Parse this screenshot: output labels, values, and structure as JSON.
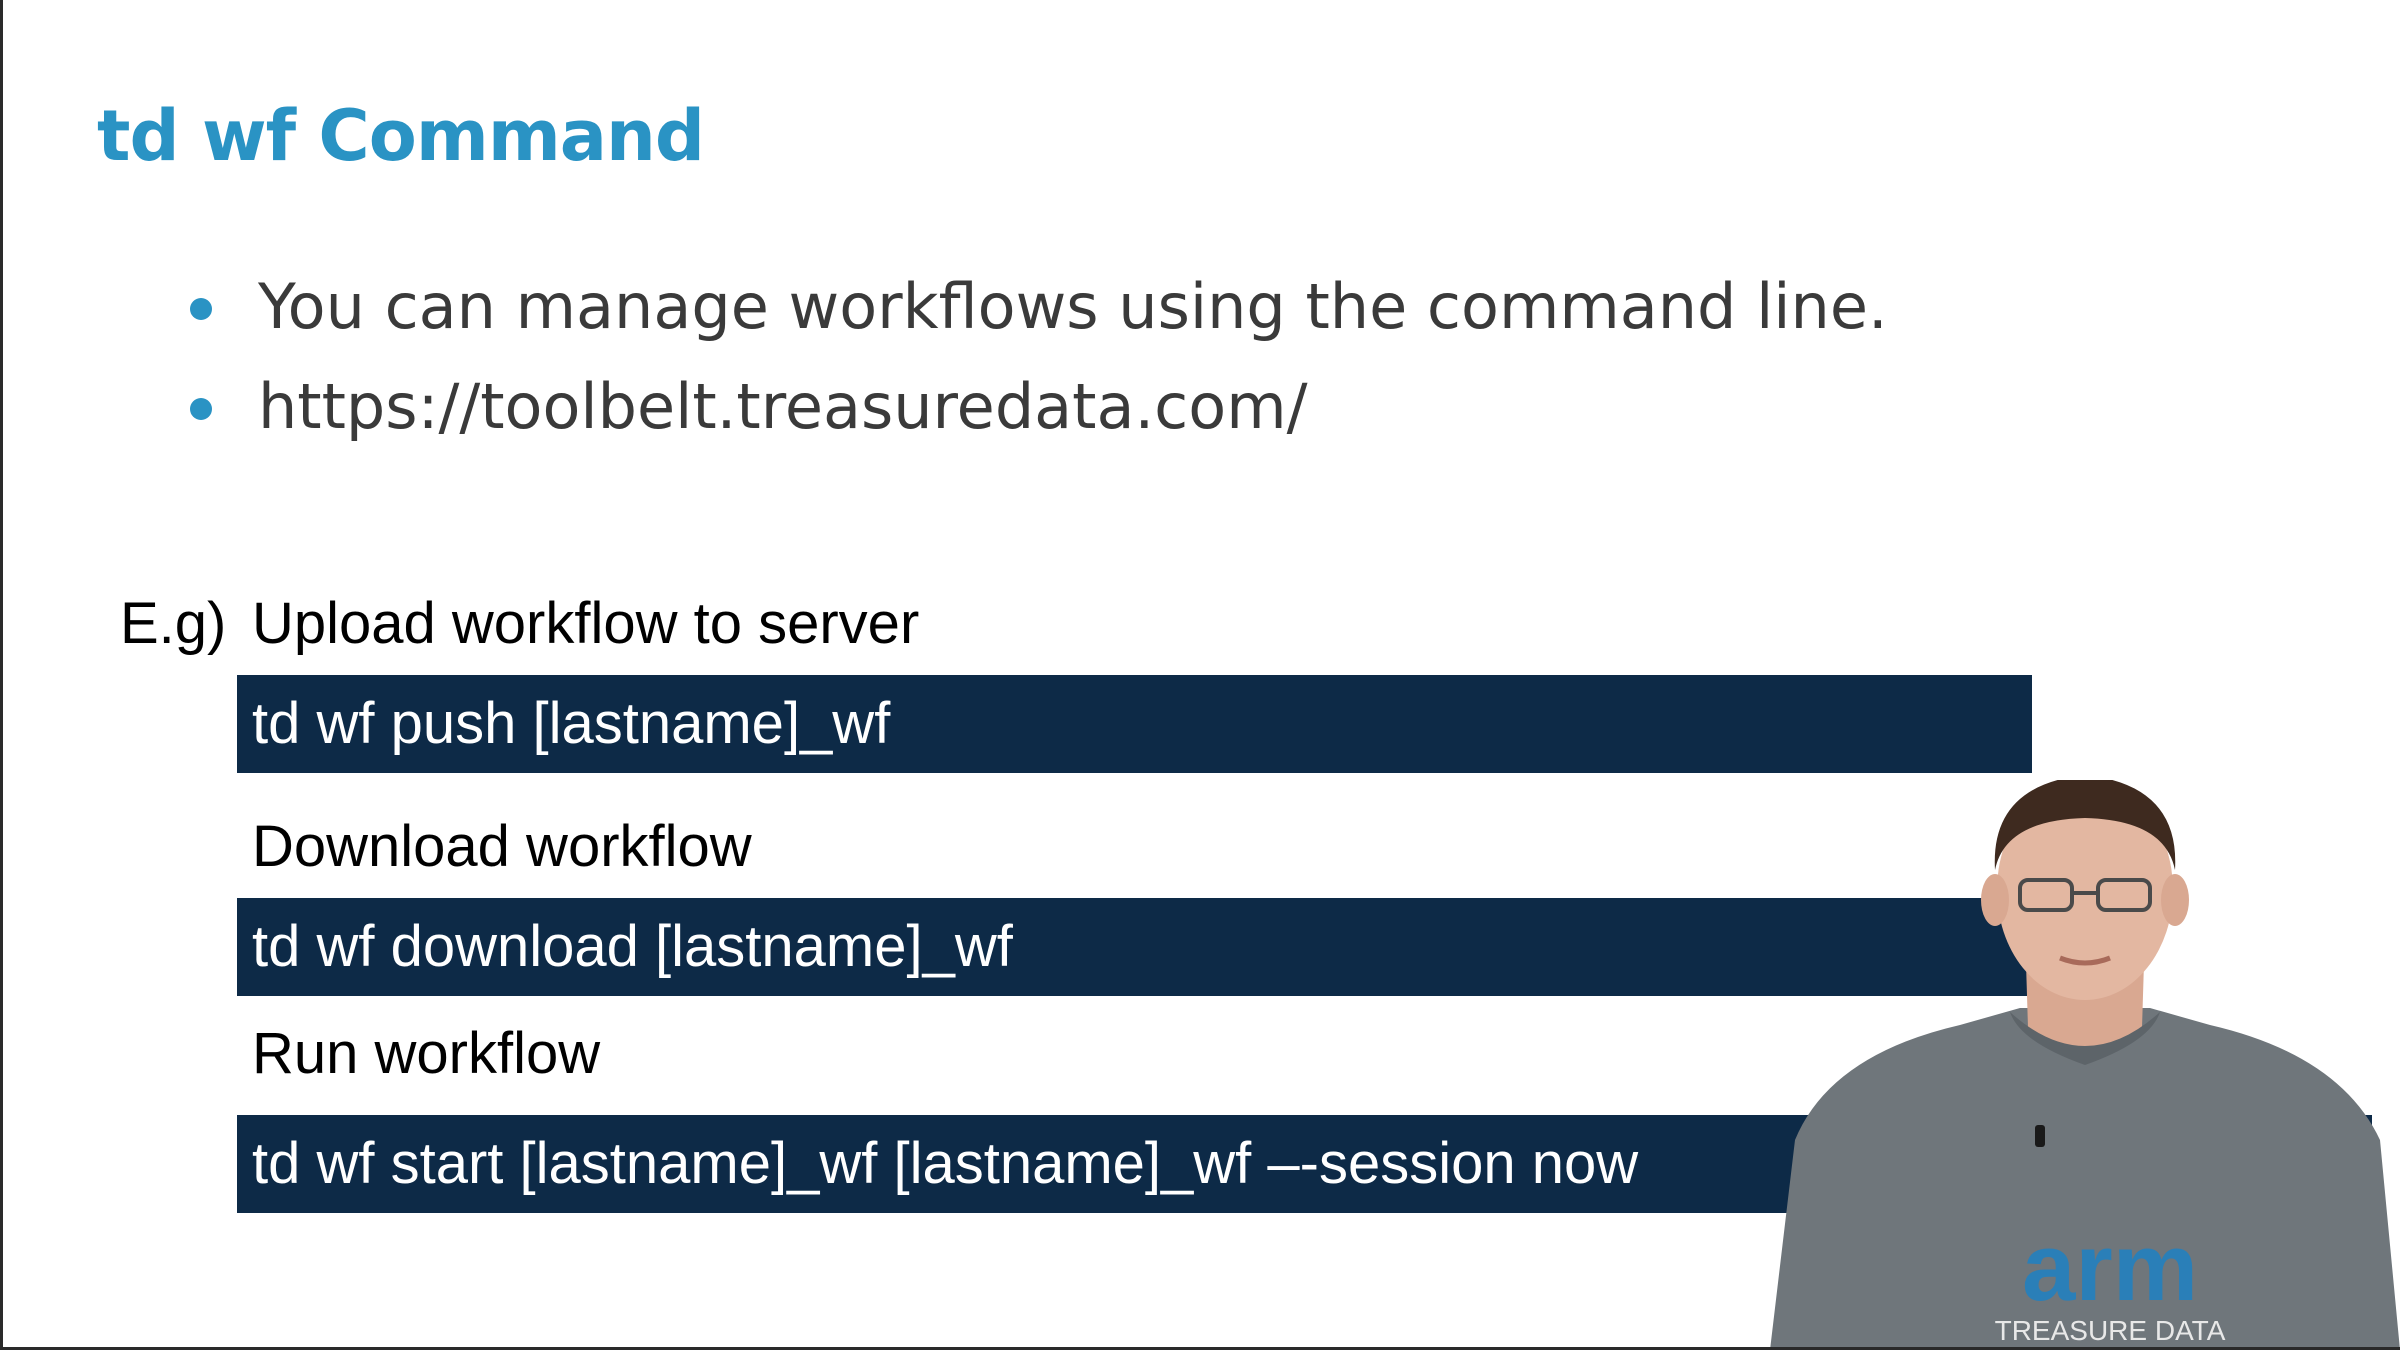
{
  "slide": {
    "title": "td wf Command",
    "bullets": [
      "You can manage workflows using the command line.",
      "https://toolbelt.treasuredata.com/"
    ],
    "example_prefix": "E.g)",
    "examples": [
      {
        "label": "Upload workflow to server",
        "command": "td wf push [lastname]_wf"
      },
      {
        "label": "Download workflow",
        "command": "td wf download [lastname]_wf"
      },
      {
        "label": "Run workflow",
        "command": "td wf start [lastname]_wf [lastname]_wf –-session now"
      }
    ]
  },
  "presenter": {
    "shirt_logo": "arm",
    "shirt_subtext": "TREASURE DATA"
  },
  "colors": {
    "title": "#2a93c4",
    "bullet_dot": "#2a93c4",
    "command_bg": "#0d2a47",
    "command_text": "#ffffff"
  }
}
